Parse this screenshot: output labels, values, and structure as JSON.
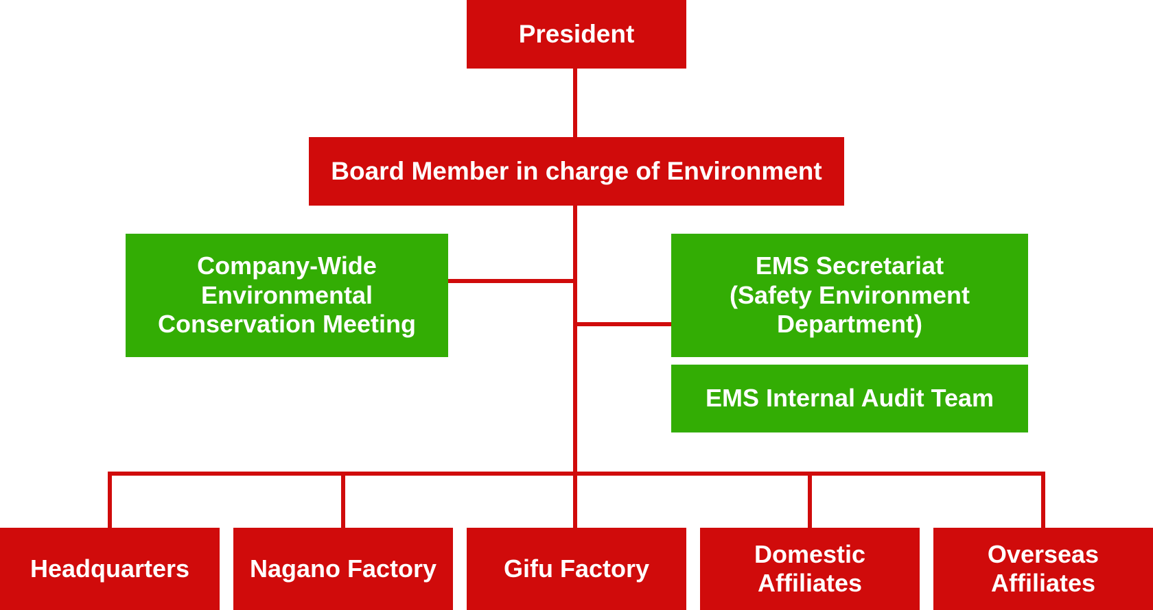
{
  "colors": {
    "executive": "#d00b0b",
    "committee": "#33ad04",
    "connector": "#d00b0b",
    "text": "#ffffff"
  },
  "nodes": {
    "president": "President",
    "board_member": "Board Member in charge of Environment",
    "conservation_meeting": "Company-Wide\nEnvironmental\nConservation Meeting",
    "ems_secretariat": "EMS Secretariat\n(Safety Environment\nDepartment)",
    "ems_audit_team": "EMS Internal Audit Team",
    "sites": [
      "Headquarters",
      "Nagano Factory",
      "Gifu Factory",
      "Domestic\nAffiliates",
      "Overseas\nAffiliates"
    ]
  }
}
